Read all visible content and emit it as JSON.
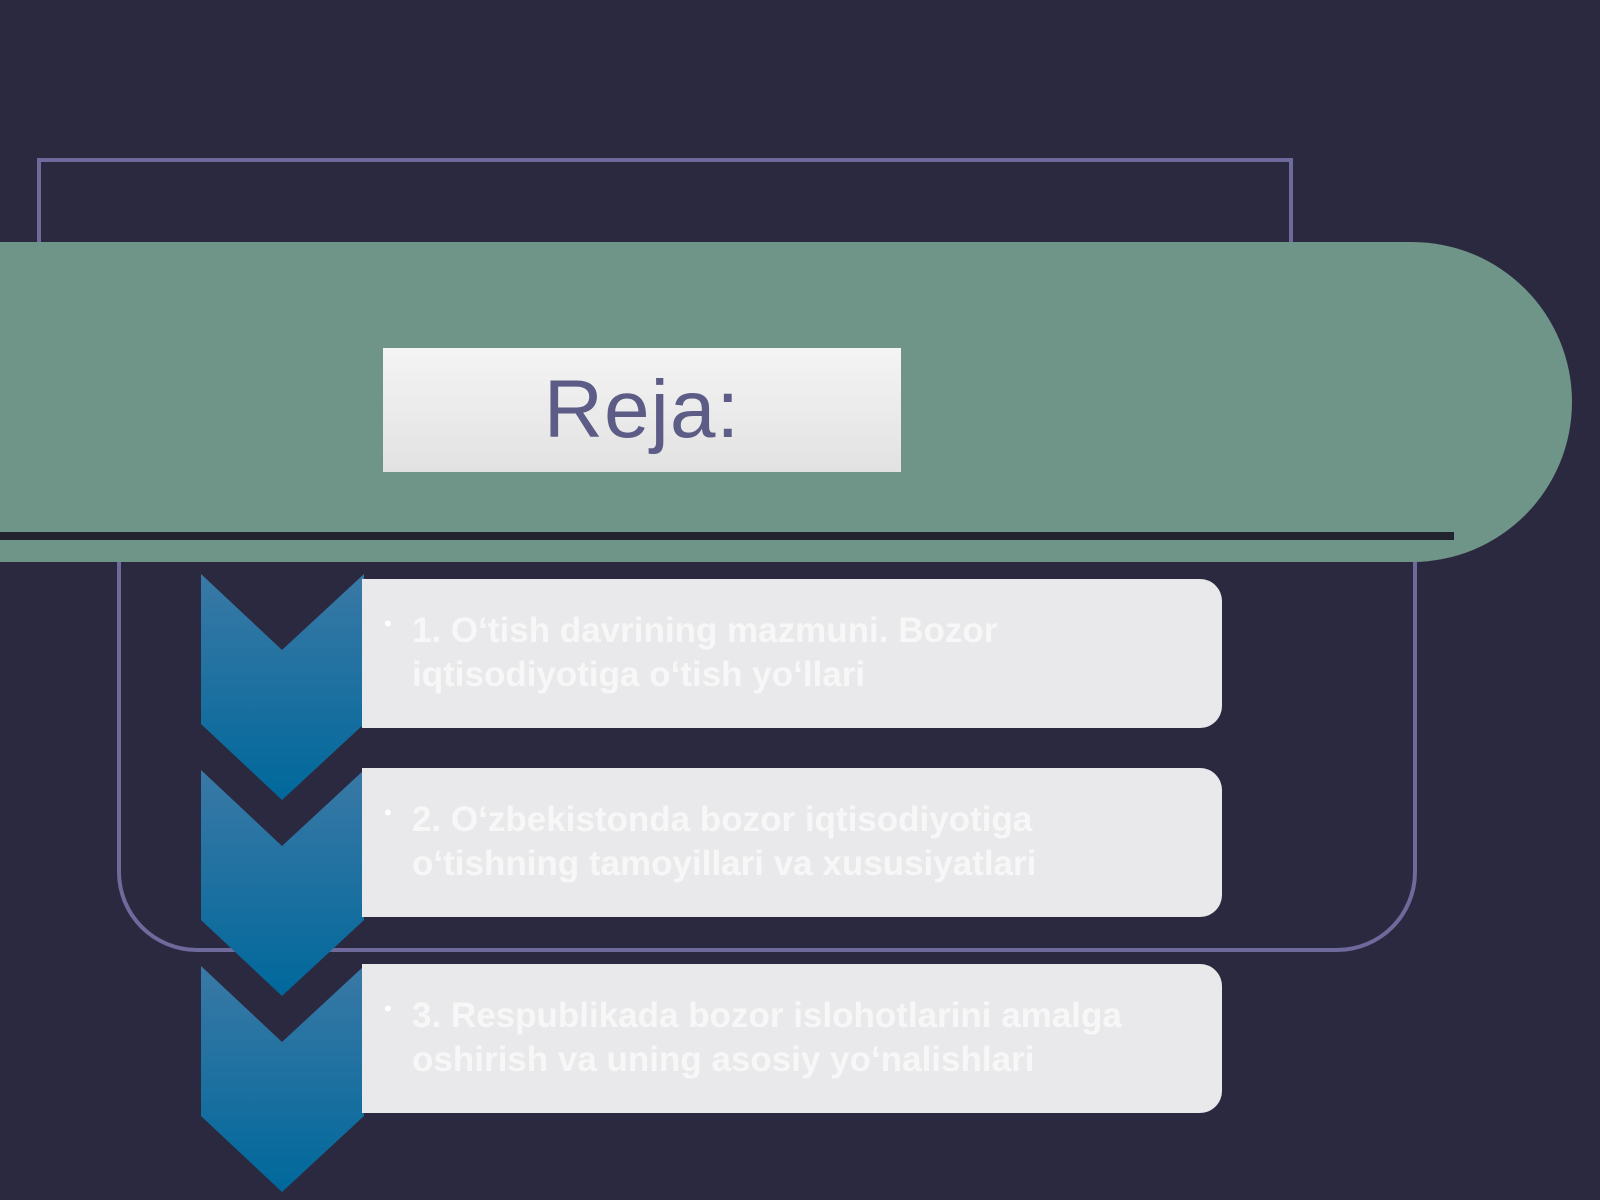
{
  "slide": {
    "title": "Reja:",
    "items": [
      {
        "bullet": "•",
        "text": "1. O‘tish davrining mazmuni. Bozor iqtisodiyotiga o‘tish yo‘llari"
      },
      {
        "bullet": "•",
        "text": "2. O‘zbekistonda bozor iqtisodiyotiga o‘tishning tamoyillari va xususiyatlari"
      },
      {
        "bullet": "•",
        "text": "3. Respublikada bozor islohotlarini amalga oshirish va uning asosiy yo‘nalishlari"
      }
    ]
  },
  "colors": {
    "background": "#2a2940",
    "frame": "#6f6a9c",
    "band": "#6f9488",
    "title_text": "#5c5c86",
    "card": "#e9e9eb",
    "chevron_top": "#2d6ea0",
    "chevron_bottom": "#006a9c"
  }
}
